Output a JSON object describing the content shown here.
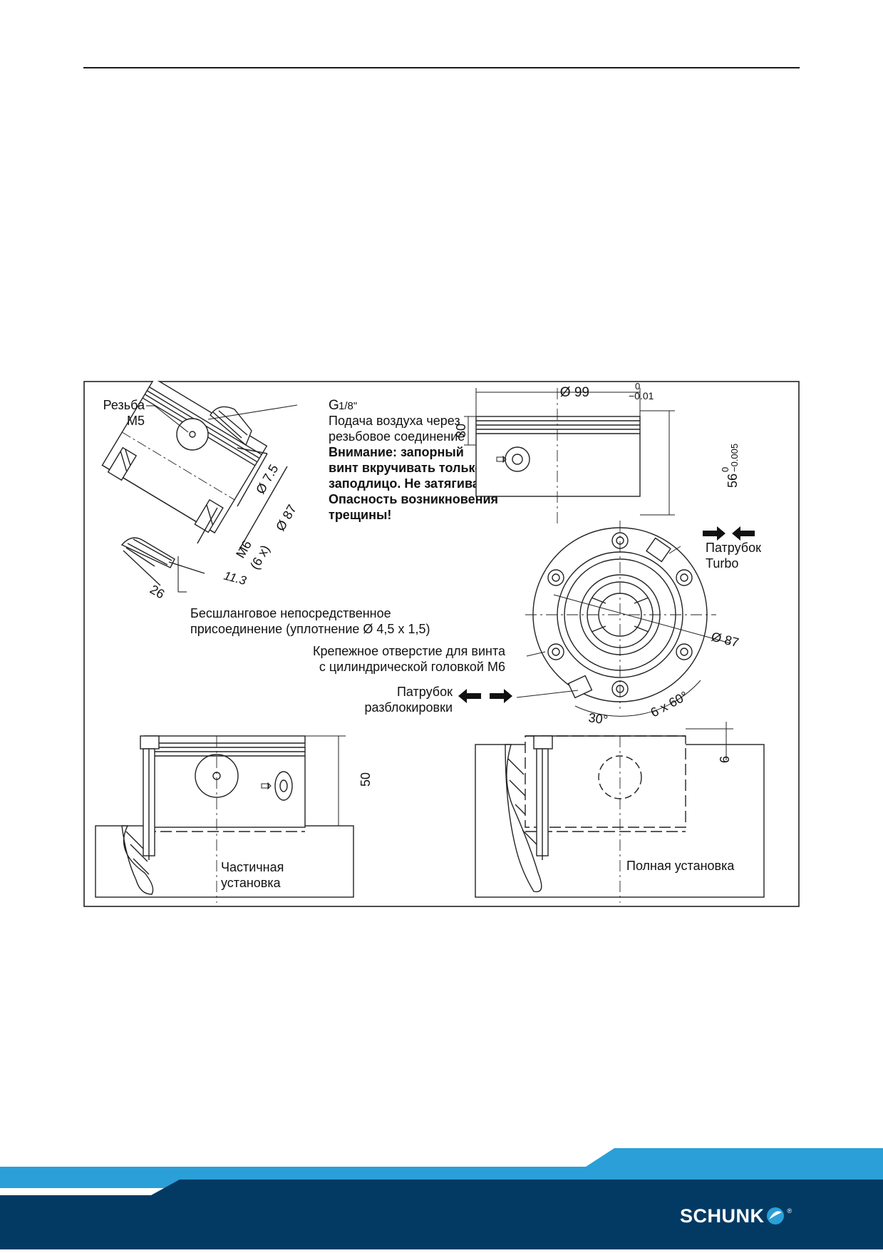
{
  "drawing": {
    "labels": {
      "thread_m5": [
        "Резьба",
        "M5"
      ],
      "g18_main": "G",
      "g18_frac": "1/8\"",
      "air_supply": [
        "Подача воздуха через",
        "резьбовое соединение"
      ],
      "warning": [
        "Внимание: запорный",
        "винт вкручивать только",
        "заподлицо. Не затягивать.",
        "Опасность возникновения",
        "трещины!"
      ],
      "direct_connection": [
        "Бесшланговое непосредственное",
        "присоединение (уплотнение Ø 4,5 x 1,5)"
      ],
      "mount_hole": [
        "Крепежное отверстие для винта",
        "с цилиндрической головкой M6"
      ],
      "release_port": [
        "Патрубок",
        "разблокировки"
      ],
      "turbo_port": [
        "Патрубок",
        "Turbo"
      ],
      "partial_install": [
        "Частичная",
        "установка"
      ],
      "full_install": "Полная установка"
    },
    "dimensions": {
      "d99": "Ø 99",
      "d99_tol_upper": "0",
      "d99_tol_lower": "−0.01",
      "h30": "30",
      "h56": "56",
      "h56_tol_upper": "0",
      "h56_tol_lower": "−0.005",
      "d7_5": "Ø 7.5",
      "d87_left": "Ø 87",
      "m6": "M6",
      "six_x": "(6 x)",
      "d26": "26",
      "d11_3": "11.3",
      "d87_right": "Ø 87",
      "a30": "30°",
      "a6x60": "6 x 60°",
      "h50": "50",
      "h6": "6"
    }
  },
  "footer": {
    "logo_text": "SCHUNK",
    "logo_reg": "®",
    "colors": {
      "light_band": "#2a9fd8",
      "dark_band": "#033a63",
      "logo_box": "#0b3a64"
    }
  }
}
